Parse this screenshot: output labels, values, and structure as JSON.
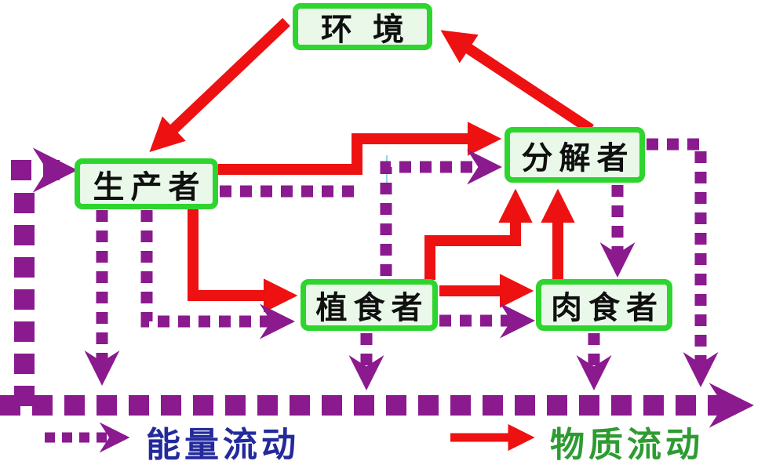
{
  "diagram": {
    "nodes": {
      "environment": {
        "label": "环 境"
      },
      "producer": {
        "label": "生产者"
      },
      "decomposer": {
        "label": "分解者"
      },
      "herbivore": {
        "label": "植食者"
      },
      "carnivore": {
        "label": "肉食者"
      }
    },
    "legend": {
      "energy": {
        "label": "能量流动",
        "text_color": "#232a9b",
        "line_color": "#8a1a8e",
        "line_style": "dotted"
      },
      "material": {
        "label": "物质流动",
        "text_color": "#2e9b32",
        "line_color": "#ee1111",
        "line_style": "solid"
      }
    },
    "colors": {
      "node_border": "#2ed52e",
      "node_fill": "#e9f8e9",
      "node_text": "#101010",
      "material_flow_red": "#ee1111",
      "energy_flow_purple": "#8a1a8e",
      "background": "#ffffff"
    },
    "edges": {
      "material_flow": [
        {
          "from": "环境",
          "to": "生产者"
        },
        {
          "from": "生产者",
          "to": "分解者"
        },
        {
          "from": "分解者",
          "to": "环境"
        },
        {
          "from": "生产者",
          "to": "植食者"
        },
        {
          "from": "植食者",
          "to": "肉食者"
        },
        {
          "from": "植食者",
          "to": "分解者"
        },
        {
          "from": "肉食者",
          "to": "分解者"
        }
      ],
      "energy_flow": [
        {
          "from": "outside",
          "to": "生产者"
        },
        {
          "from": "生产者",
          "to": "植食者"
        },
        {
          "from": "生产者",
          "to": "分解者"
        },
        {
          "from": "植食者",
          "to": "分解者"
        },
        {
          "from": "植食者",
          "to": "肉食者"
        },
        {
          "from": "分解者",
          "to": "肉食者"
        },
        {
          "from": "生产者",
          "to": "outside"
        },
        {
          "from": "植食者",
          "to": "outside"
        },
        {
          "from": "肉食者",
          "to": "outside"
        },
        {
          "from": "分解者",
          "to": "outside"
        },
        {
          "from": "bottom-collector-line",
          "to": "outside"
        }
      ]
    }
  }
}
